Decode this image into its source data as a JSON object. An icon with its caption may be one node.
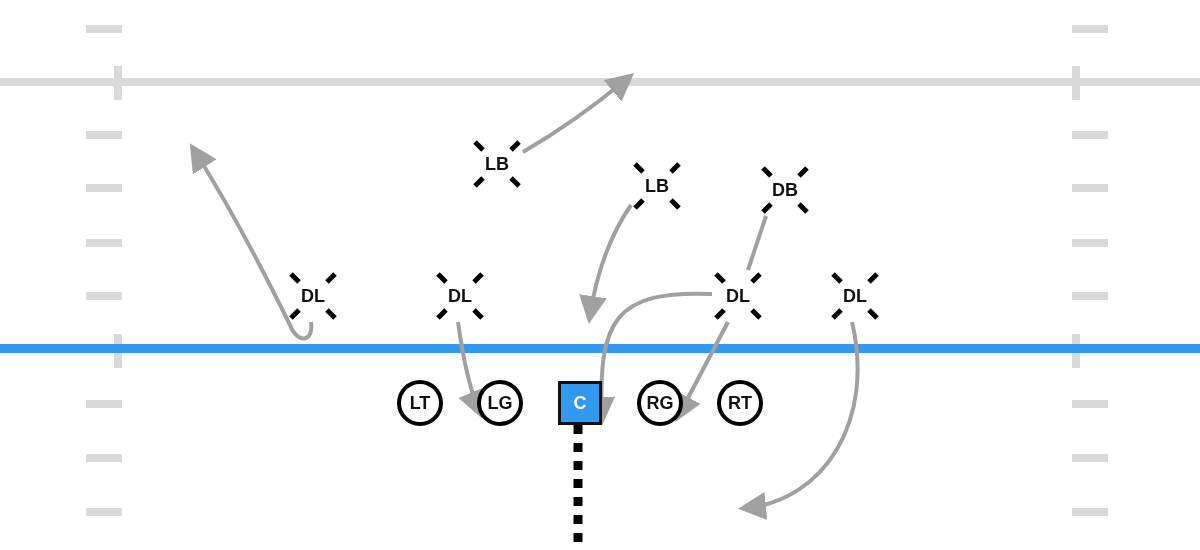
{
  "diagram": {
    "nodes": [
      {
        "text": [
          "LB"
        ]
      },
      {
        "text": [
          "LB"
        ]
      },
      {
        "text": [
          "DB"
        ]
      },
      {
        "text": [
          "DL"
        ]
      },
      {
        "text": [
          "DL"
        ]
      },
      {
        "text": [
          "DL"
        ]
      },
      {
        "text": [
          "DL"
        ]
      },
      {
        "text": [
          "LT"
        ]
      },
      {
        "text": [
          "LG"
        ]
      },
      {
        "text": [
          "C"
        ]
      },
      {
        "text": [
          "RG"
        ]
      },
      {
        "text": [
          "RT"
        ]
      }
    ],
    "edges": [
      {
        "from": 0,
        "to": null,
        "arrow": "to"
      },
      {
        "from": 1,
        "to": null,
        "arrow": "to"
      },
      {
        "from": 2,
        "to": 5,
        "arrow": "none"
      },
      {
        "from": 3,
        "to": null,
        "arrow": "to"
      },
      {
        "from": 4,
        "to": 8,
        "arrow": "to"
      },
      {
        "from": 5,
        "to": 9,
        "arrow": "to"
      },
      {
        "from": 5,
        "to": 10,
        "arrow": "to"
      },
      {
        "from": 6,
        "to": null,
        "arrow": "to"
      }
    ]
  }
}
